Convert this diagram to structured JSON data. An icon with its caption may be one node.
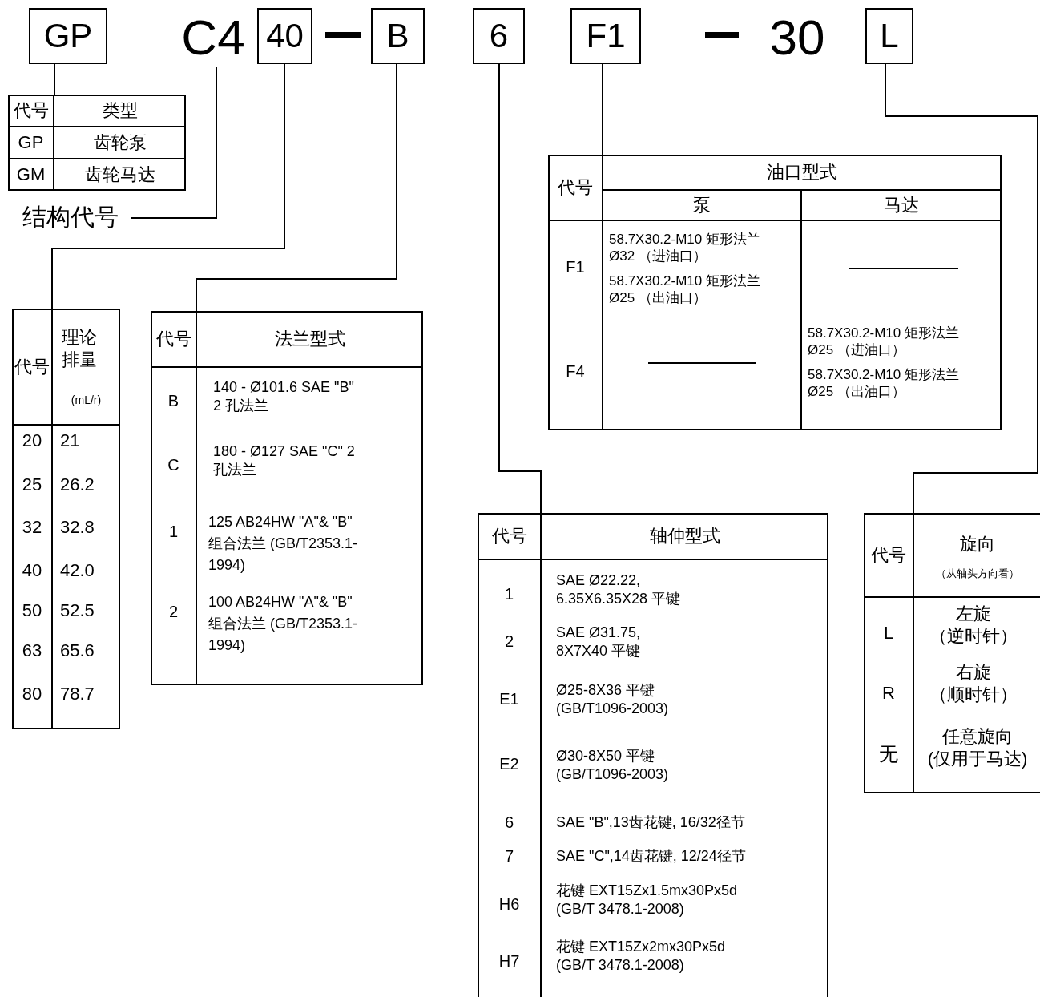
{
  "diagram": {
    "nodes": [
      {
        "text": [
          "GP"
        ]
      },
      {
        "text": [
          "C4"
        ]
      },
      {
        "text": [
          "40"
        ]
      },
      {
        "text": [
          "B"
        ]
      },
      {
        "text": [
          "6"
        ]
      },
      {
        "text": [
          "F1"
        ]
      },
      {
        "text": [
          "L"
        ]
      },
      {
        "text": [
          "代号",
          "类型",
          "GP",
          "齿轮泵",
          "GM",
          "齿轮马达"
        ]
      },
      {
        "text": [
          "结构代号"
        ]
      },
      {
        "text": [
          "代号",
          "理论排量",
          "(mL/r)",
          "20",
          "21",
          "25",
          "26.2",
          "32",
          "32.8",
          "40",
          "42.0",
          "50",
          "52.5",
          "63",
          "65.6",
          "80",
          "78.7"
        ]
      },
      {
        "text": [
          "代号",
          "法兰型式",
          "B",
          "140 - Ø101.6 SAE \"B\" 2 孔法兰",
          "C",
          "180 - Ø127 SAE \"C\" 2 孔法兰",
          "1",
          "125 AB24HW \"A\"& \"B\" 组合法兰 (GB/T2353.1-1994)",
          "2",
          "100 AB24HW \"A\"& \"B\" 组合法兰 (GB/T2353.1-1994)"
        ]
      },
      {
        "text": [
          "代号",
          "油口型式",
          "泵",
          "马达",
          "F1",
          "58.7X30.2-M10 矩形法兰 Ø32 （进油口）",
          "58.7X30.2-M10 矩形法兰 Ø25 （出油口）",
          "F4",
          "58.7X30.2-M10 矩形法兰 Ø25 （进油口）",
          "58.7X30.2-M10 矩形法兰 Ø25 （出油口）"
        ]
      },
      {
        "text": [
          "代号",
          "轴伸型式",
          "1",
          "SAE Ø22.22, 6.35X6.35X28 平键",
          "2",
          "SAE Ø31.75, 8X7X40 平键",
          "E1",
          "Ø25-8X36 平键 (GB/T1096-2003)",
          "E2",
          "Ø30-8X50 平键 (GB/T1096-2003)",
          "6",
          "SAE \"B\",13齿花键, 16/32径节",
          "7",
          "SAE \"C\",14齿花键, 12/24径节",
          "H6",
          "花键 EXT15Zx1.5mx30Px5d (GB/T 3478.1-2008)",
          "H7",
          "花键 EXT15Zx2mx30Px5d (GB/T 3478.1-2008)"
        ]
      },
      {
        "text": [
          "代号",
          "旋向",
          "（从轴头方向看）",
          "L",
          "左旋（逆时针）",
          "R",
          "右旋（顺时针）",
          "无",
          "任意旋向(仅用于马达)"
        ]
      }
    ],
    "edges": [
      {
        "from": 0,
        "to": 7,
        "arrow": "none"
      },
      {
        "from": 1,
        "to": 8,
        "arrow": "none"
      },
      {
        "from": 2,
        "to": 9,
        "arrow": "none"
      },
      {
        "from": 3,
        "to": 10,
        "arrow": "none"
      },
      {
        "from": 4,
        "to": 12,
        "arrow": "none"
      },
      {
        "from": 5,
        "to": 11,
        "arrow": "none"
      },
      {
        "from": 6,
        "to": 13,
        "arrow": "none"
      }
    ],
    "labels": [
      "30"
    ]
  }
}
